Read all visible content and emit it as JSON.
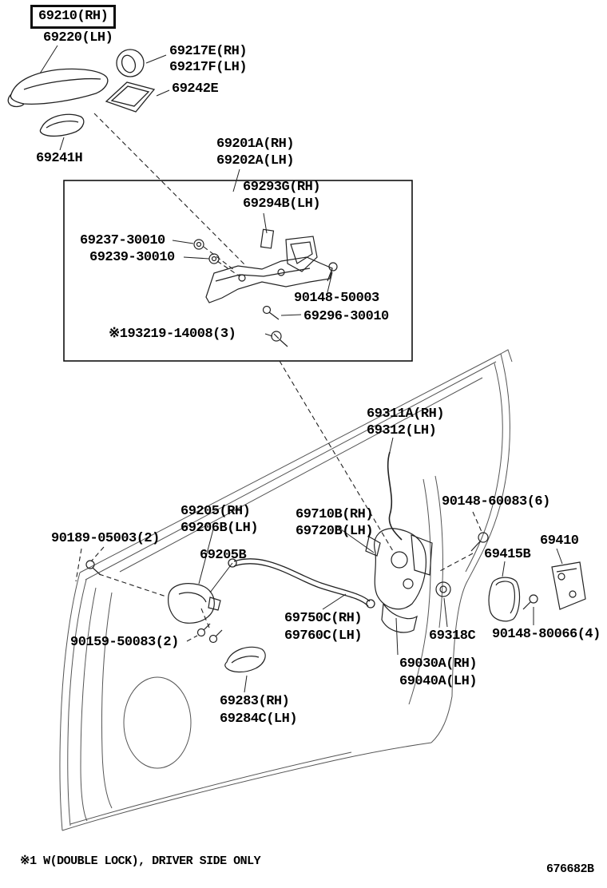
{
  "meta": {
    "doc_number": "676682B",
    "footnote": "※1 W(DOUBLE LOCK), DRIVER SIDE ONLY"
  },
  "labels": [
    {
      "id": "69210-rh",
      "text": "69210(RH)",
      "highlighted": true
    },
    {
      "id": "69220-lh",
      "text": "69220(LH)"
    },
    {
      "id": "69217e-rh",
      "text": "69217E(RH)"
    },
    {
      "id": "69217f-lh",
      "text": "69217F(LH)"
    },
    {
      "id": "69242e",
      "text": "69242E"
    },
    {
      "id": "69241h",
      "text": "69241H"
    },
    {
      "id": "69201a-rh",
      "text": "69201A(RH)"
    },
    {
      "id": "69202a-lh",
      "text": "69202A(LH)"
    },
    {
      "id": "69293g-rh",
      "text": "69293G(RH)"
    },
    {
      "id": "69294b-lh",
      "text": "69294B(LH)"
    },
    {
      "id": "69237-30010",
      "text": "69237-30010"
    },
    {
      "id": "69239-30010",
      "text": "69239-30010"
    },
    {
      "id": "90148-50003",
      "text": "90148-50003"
    },
    {
      "id": "69296-30010",
      "text": "69296-30010"
    },
    {
      "id": "93219-14008",
      "text": "※193219-14008(3)"
    },
    {
      "id": "69311a-rh",
      "text": "69311A(RH)"
    },
    {
      "id": "69312-lh",
      "text": "69312(LH)"
    },
    {
      "id": "90148-60083",
      "text": "90148-60083(6)"
    },
    {
      "id": "69205-rh",
      "text": "69205(RH)"
    },
    {
      "id": "69206b-lh",
      "text": "69206B(LH)"
    },
    {
      "id": "69710b-rh",
      "text": "69710B(RH)"
    },
    {
      "id": "69720b-lh",
      "text": "69720B(LH)"
    },
    {
      "id": "69410",
      "text": "69410"
    },
    {
      "id": "69415b",
      "text": "69415B"
    },
    {
      "id": "69205b",
      "text": "69205B"
    },
    {
      "id": "90189-05003",
      "text": "90189-05003(2)"
    },
    {
      "id": "90159-50083",
      "text": "90159-50083(2)"
    },
    {
      "id": "69750c-rh",
      "text": "69750C(RH)"
    },
    {
      "id": "69760c-lh",
      "text": "69760C(LH)"
    },
    {
      "id": "69318c",
      "text": "69318C"
    },
    {
      "id": "90148-80066",
      "text": "90148-80066(4)"
    },
    {
      "id": "69030a-rh",
      "text": "69030A(RH)"
    },
    {
      "id": "69040a-lh",
      "text": "69040A(LH)"
    },
    {
      "id": "69283-rh",
      "text": "69283(RH)"
    },
    {
      "id": "69284c-lh",
      "text": "69284C(LH)"
    }
  ]
}
